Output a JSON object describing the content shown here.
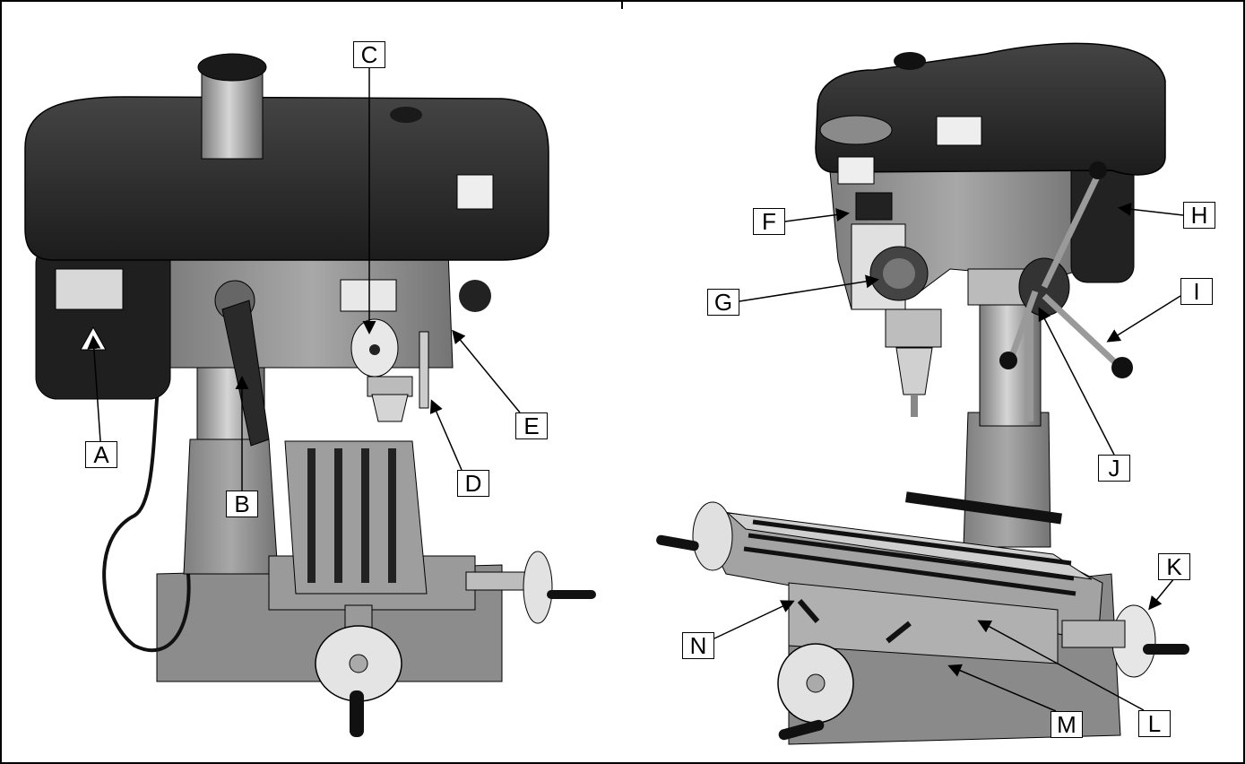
{
  "callouts": {
    "A": "A",
    "B": "B",
    "C": "C",
    "D": "D",
    "E": "E",
    "F": "F",
    "G": "G",
    "H": "H",
    "I": "I",
    "J": "J",
    "K": "K",
    "L": "L",
    "M": "M",
    "N": "N"
  },
  "colors": {
    "head_dark": "#2b2b2b",
    "casting_gray": "#8f8f8f",
    "light_gray": "#c9c9c9",
    "chrome": "#d9d9d9",
    "outline": "#000000"
  }
}
